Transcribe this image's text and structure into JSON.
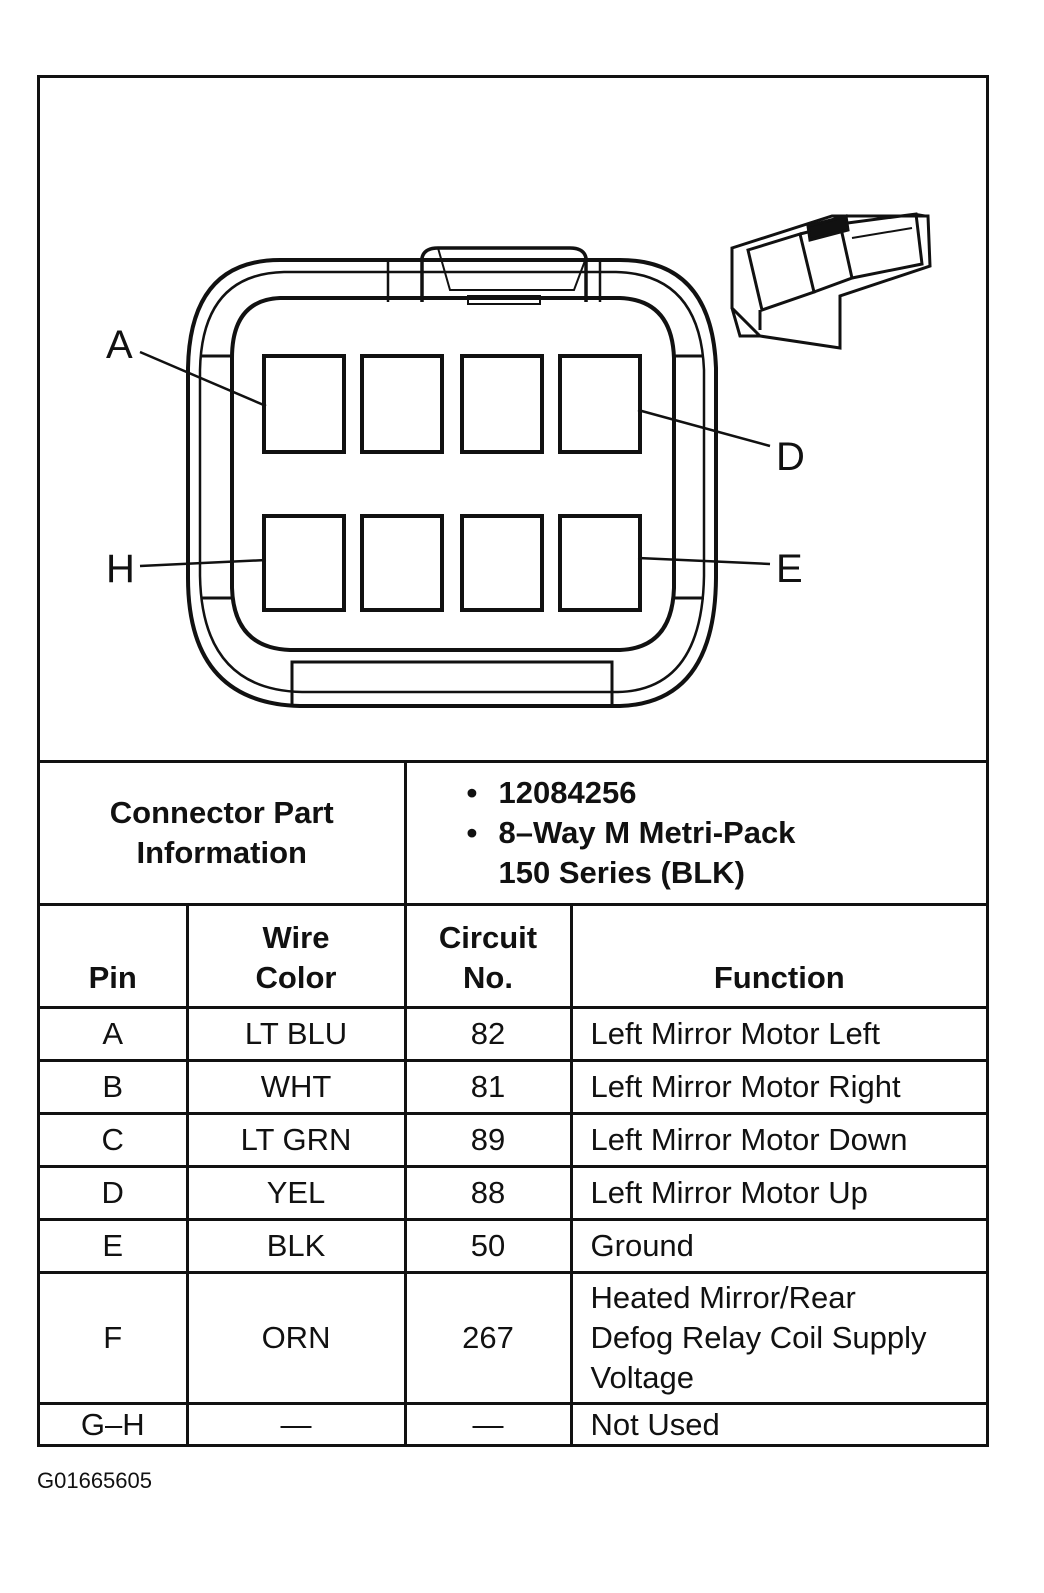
{
  "pin_labels": {
    "a": "A",
    "d": "D",
    "h": "H",
    "e": "E"
  },
  "part_info": {
    "label_line1": "Connector Part",
    "label_line2": "Information",
    "items": [
      "12084256",
      "8–Way M Metri-Pack",
      "150 Series (BLK)"
    ]
  },
  "table": {
    "headers": {
      "pin": "Pin",
      "wire_line1": "Wire",
      "wire_line2": "Color",
      "circuit_line1": "Circuit",
      "circuit_line2": "No.",
      "function": "Function"
    },
    "rows": [
      {
        "pin": "A",
        "wire": "LT BLU",
        "circuit": "82",
        "function": "Left Mirror Motor Left"
      },
      {
        "pin": "B",
        "wire": "WHT",
        "circuit": "81",
        "function": "Left Mirror Motor Right"
      },
      {
        "pin": "C",
        "wire": "LT GRN",
        "circuit": "89",
        "function": "Left Mirror Motor Down"
      },
      {
        "pin": "D",
        "wire": "YEL",
        "circuit": "88",
        "function": "Left Mirror Motor Up"
      },
      {
        "pin": "E",
        "wire": "BLK",
        "circuit": "50",
        "function": "Ground"
      },
      {
        "pin": "F",
        "wire": "ORN",
        "circuit": "267",
        "function_lines": [
          "Heated Mirror/Rear",
          "Defog Relay Coil Supply",
          "Voltage"
        ]
      },
      {
        "pin": "G–H",
        "wire": "—",
        "circuit": "—",
        "function": "Not Used"
      }
    ]
  },
  "figure_code": "G01665605"
}
